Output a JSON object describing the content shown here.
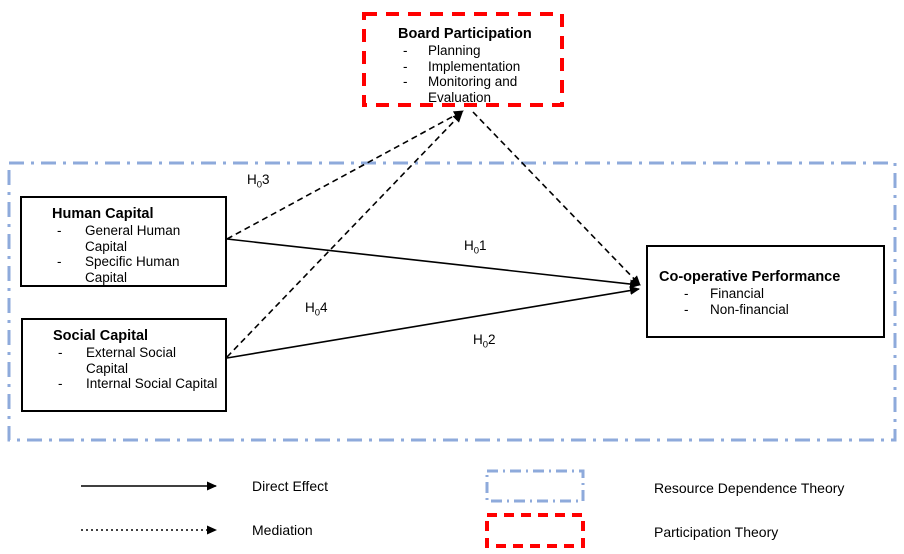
{
  "ui": {
    "bullet": "-"
  },
  "colors": {
    "resource_dependence_blue": "#8EAADB",
    "participation_red": "#FF0000",
    "line_black": "#000000",
    "background": "#FFFFFF"
  },
  "boxes": {
    "board": {
      "title": "Board Participation",
      "items": [
        "Planning",
        "Implementation",
        "Monitoring and Evaluation"
      ]
    },
    "human": {
      "title": "Human Capital",
      "items": [
        "General Human Capital",
        "Specific Human Capital"
      ]
    },
    "social": {
      "title": "Social Capital",
      "items": [
        "External Social Capital",
        "Internal Social Capital"
      ]
    },
    "coop": {
      "title": "Co-operative Performance",
      "items": [
        "Financial",
        "Non-financial"
      ]
    }
  },
  "hypotheses": {
    "h3": {
      "base": "H",
      "sub": "0",
      "num": "3"
    },
    "h1": {
      "base": "H",
      "sub": "0",
      "num": "1"
    },
    "h4": {
      "base": "H",
      "sub": "0",
      "num": "4"
    },
    "h2": {
      "base": "H",
      "sub": "0",
      "num": "2"
    }
  },
  "legend": {
    "direct_effect": "Direct Effect",
    "mediation": "Mediation",
    "resource_dependence": "Resource Dependence Theory",
    "participation": "Participation Theory"
  }
}
